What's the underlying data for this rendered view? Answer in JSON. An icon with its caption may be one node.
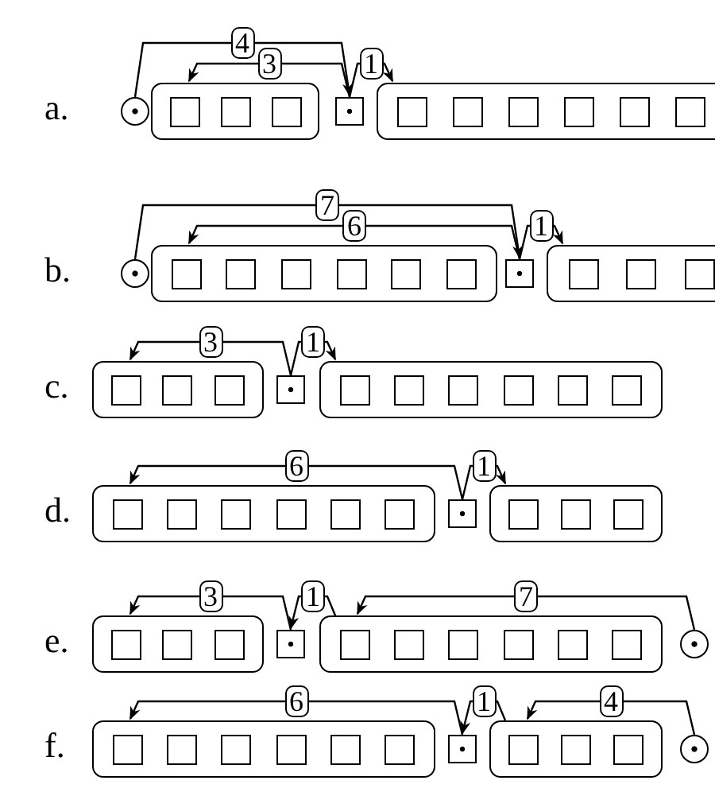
{
  "diagram": {
    "nodes": [
      {
        "text": [],
        "shape": "circle"
      },
      {
        "text": [],
        "shape": "box"
      },
      {
        "text": [],
        "shape": "square",
        "in": 1
      },
      {
        "text": [],
        "shape": "square",
        "in": 1
      },
      {
        "text": [],
        "shape": "square",
        "in": 1
      },
      {
        "text": [],
        "shape": "dot"
      },
      {
        "text": [],
        "shape": "box"
      },
      {
        "text": [],
        "shape": "square",
        "in": 6
      },
      {
        "text": [],
        "shape": "square",
        "in": 6
      },
      {
        "text": [],
        "shape": "square",
        "in": 6
      },
      {
        "text": [],
        "shape": "square",
        "in": 6
      },
      {
        "text": [],
        "shape": "square",
        "in": 6
      },
      {
        "text": [],
        "shape": "square",
        "in": 6
      },
      {
        "text": [],
        "shape": "circle"
      },
      {
        "text": [],
        "shape": "box"
      },
      {
        "text": [],
        "shape": "square",
        "in": 14
      },
      {
        "text": [],
        "shape": "square",
        "in": 14
      },
      {
        "text": [],
        "shape": "square",
        "in": 14
      },
      {
        "text": [],
        "shape": "square",
        "in": 14
      },
      {
        "text": [],
        "shape": "square",
        "in": 14
      },
      {
        "text": [],
        "shape": "square",
        "in": 14
      },
      {
        "text": [],
        "shape": "dot"
      },
      {
        "text": [],
        "shape": "box"
      },
      {
        "text": [],
        "shape": "square",
        "in": 22
      },
      {
        "text": [],
        "shape": "square",
        "in": 22
      },
      {
        "text": [],
        "shape": "square",
        "in": 22
      },
      {
        "text": [],
        "shape": "box"
      },
      {
        "text": [],
        "shape": "square",
        "in": 26
      },
      {
        "text": [],
        "shape": "square",
        "in": 26
      },
      {
        "text": [],
        "shape": "square",
        "in": 26
      },
      {
        "text": [],
        "shape": "dot"
      },
      {
        "text": [],
        "shape": "box"
      },
      {
        "text": [],
        "shape": "square",
        "in": 31
      },
      {
        "text": [],
        "shape": "square",
        "in": 31
      },
      {
        "text": [],
        "shape": "square",
        "in": 31
      },
      {
        "text": [],
        "shape": "square",
        "in": 31
      },
      {
        "text": [],
        "shape": "square",
        "in": 31
      },
      {
        "text": [],
        "shape": "square",
        "in": 31
      },
      {
        "text": [],
        "shape": "box"
      },
      {
        "text": [],
        "shape": "square",
        "in": 38
      },
      {
        "text": [],
        "shape": "square",
        "in": 38
      },
      {
        "text": [],
        "shape": "square",
        "in": 38
      },
      {
        "text": [],
        "shape": "square",
        "in": 38
      },
      {
        "text": [],
        "shape": "square",
        "in": 38
      },
      {
        "text": [],
        "shape": "square",
        "in": 38
      },
      {
        "text": [],
        "shape": "dot"
      },
      {
        "text": [],
        "shape": "box"
      },
      {
        "text": [],
        "shape": "square",
        "in": 46
      },
      {
        "text": [],
        "shape": "square",
        "in": 46
      },
      {
        "text": [],
        "shape": "square",
        "in": 46
      },
      {
        "text": [],
        "shape": "box"
      },
      {
        "text": [],
        "shape": "square",
        "in": 50
      },
      {
        "text": [],
        "shape": "square",
        "in": 50
      },
      {
        "text": [],
        "shape": "square",
        "in": 50
      },
      {
        "text": [],
        "shape": "dot"
      },
      {
        "text": [],
        "shape": "box"
      },
      {
        "text": [],
        "shape": "square",
        "in": 55
      },
      {
        "text": [],
        "shape": "square",
        "in": 55
      },
      {
        "text": [],
        "shape": "square",
        "in": 55
      },
      {
        "text": [],
        "shape": "square",
        "in": 55
      },
      {
        "text": [],
        "shape": "square",
        "in": 55
      },
      {
        "text": [],
        "shape": "square",
        "in": 55
      },
      {
        "text": [],
        "shape": "circle"
      },
      {
        "text": [],
        "shape": "box"
      },
      {
        "text": [],
        "shape": "square",
        "in": 63
      },
      {
        "text": [],
        "shape": "square",
        "in": 63
      },
      {
        "text": [],
        "shape": "square",
        "in": 63
      },
      {
        "text": [],
        "shape": "square",
        "in": 63
      },
      {
        "text": [],
        "shape": "square",
        "in": 63
      },
      {
        "text": [],
        "shape": "square",
        "in": 63
      },
      {
        "text": [],
        "shape": "dot"
      },
      {
        "text": [],
        "shape": "box"
      },
      {
        "text": [],
        "shape": "square",
        "in": 71
      },
      {
        "text": [],
        "shape": "square",
        "in": 71
      },
      {
        "text": [],
        "shape": "square",
        "in": 71
      },
      {
        "text": [],
        "shape": "circle"
      }
    ],
    "edges": [
      {
        "from": 0,
        "to": 5,
        "arrow": "to",
        "label": "4"
      },
      {
        "from": 5,
        "to": 1,
        "arrow": "to",
        "label": "3"
      },
      {
        "from": 5,
        "to": 6,
        "arrow": "to",
        "label": "1"
      },
      {
        "from": 13,
        "to": 21,
        "arrow": "to",
        "label": "7"
      },
      {
        "from": 21,
        "to": 14,
        "arrow": "to",
        "label": "6"
      },
      {
        "from": 21,
        "to": 22,
        "arrow": "to",
        "label": "1"
      },
      {
        "from": 30,
        "to": 26,
        "arrow": "to",
        "label": "3"
      },
      {
        "from": 30,
        "to": 31,
        "arrow": "to",
        "label": "1"
      },
      {
        "from": 45,
        "to": 38,
        "arrow": "to",
        "label": "6"
      },
      {
        "from": 45,
        "to": 46,
        "arrow": "to",
        "label": "1"
      },
      {
        "from": 54,
        "to": 50,
        "arrow": "to",
        "label": "3"
      },
      {
        "from": 55,
        "to": 54,
        "arrow": "to",
        "label": "1"
      },
      {
        "from": 62,
        "to": 55,
        "arrow": "to",
        "label": "7"
      },
      {
        "from": 70,
        "to": 63,
        "arrow": "to",
        "label": "6"
      },
      {
        "from": 71,
        "to": 70,
        "arrow": "to",
        "label": "1"
      },
      {
        "from": 75,
        "to": 71,
        "arrow": "to",
        "label": "4"
      }
    ],
    "labels": [
      "a.",
      "b.",
      "c.",
      "d.",
      "e.",
      "f."
    ]
  }
}
